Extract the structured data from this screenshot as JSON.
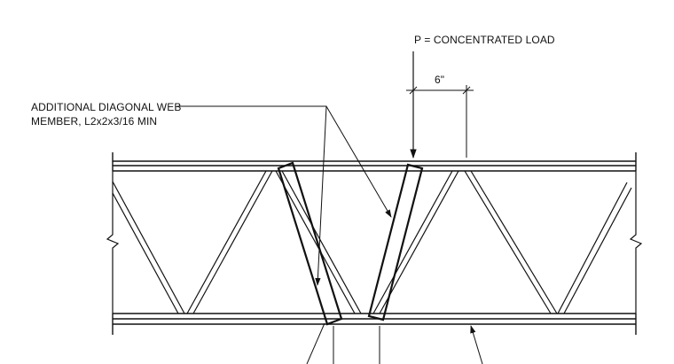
{
  "labels": {
    "load": "P = CONCENTRATED LOAD",
    "dimension": "6\"",
    "web_line1": "ADDITIONAL DIAGONAL WEB",
    "web_line2": "MEMBER, L2x2x3/16 MIN"
  },
  "colors": {
    "line": "#111111",
    "background": "#ffffff"
  }
}
